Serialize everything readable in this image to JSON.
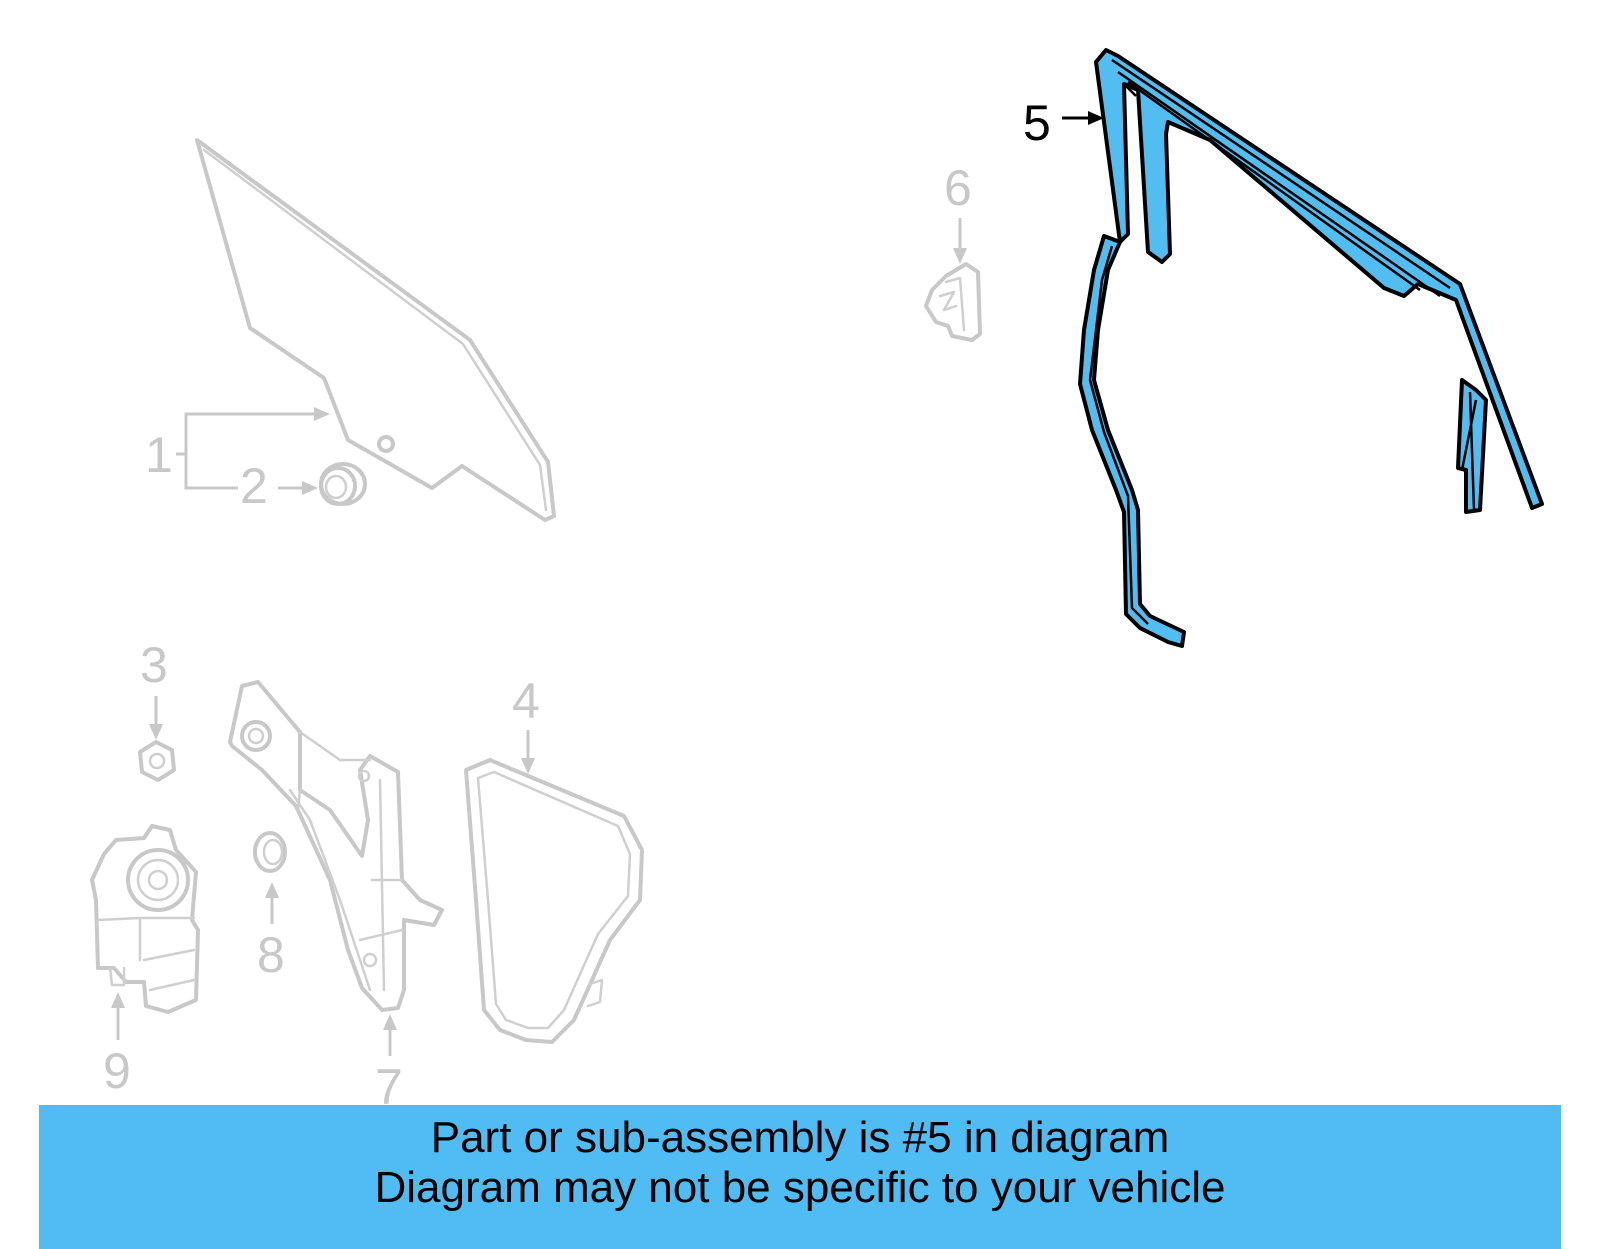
{
  "diagram": {
    "callouts": [
      {
        "id": "1",
        "label": "1",
        "highlighted": false
      },
      {
        "id": "2",
        "label": "2",
        "highlighted": false
      },
      {
        "id": "3",
        "label": "3",
        "highlighted": false
      },
      {
        "id": "4",
        "label": "4",
        "highlighted": false
      },
      {
        "id": "5",
        "label": "5",
        "highlighted": true
      },
      {
        "id": "6",
        "label": "6",
        "highlighted": false
      },
      {
        "id": "7",
        "label": "7",
        "highlighted": false
      },
      {
        "id": "8",
        "label": "8",
        "highlighted": false
      },
      {
        "id": "9",
        "label": "9",
        "highlighted": false
      }
    ],
    "colors": {
      "highlight_fill": "#52bdf0",
      "ghost_stroke": "#c8c8c8",
      "banner_bg": "#4fbcf3"
    }
  },
  "banner": {
    "line1": "Part or sub-assembly is #5 in diagram",
    "line2": "Diagram may not be specific to your vehicle"
  }
}
